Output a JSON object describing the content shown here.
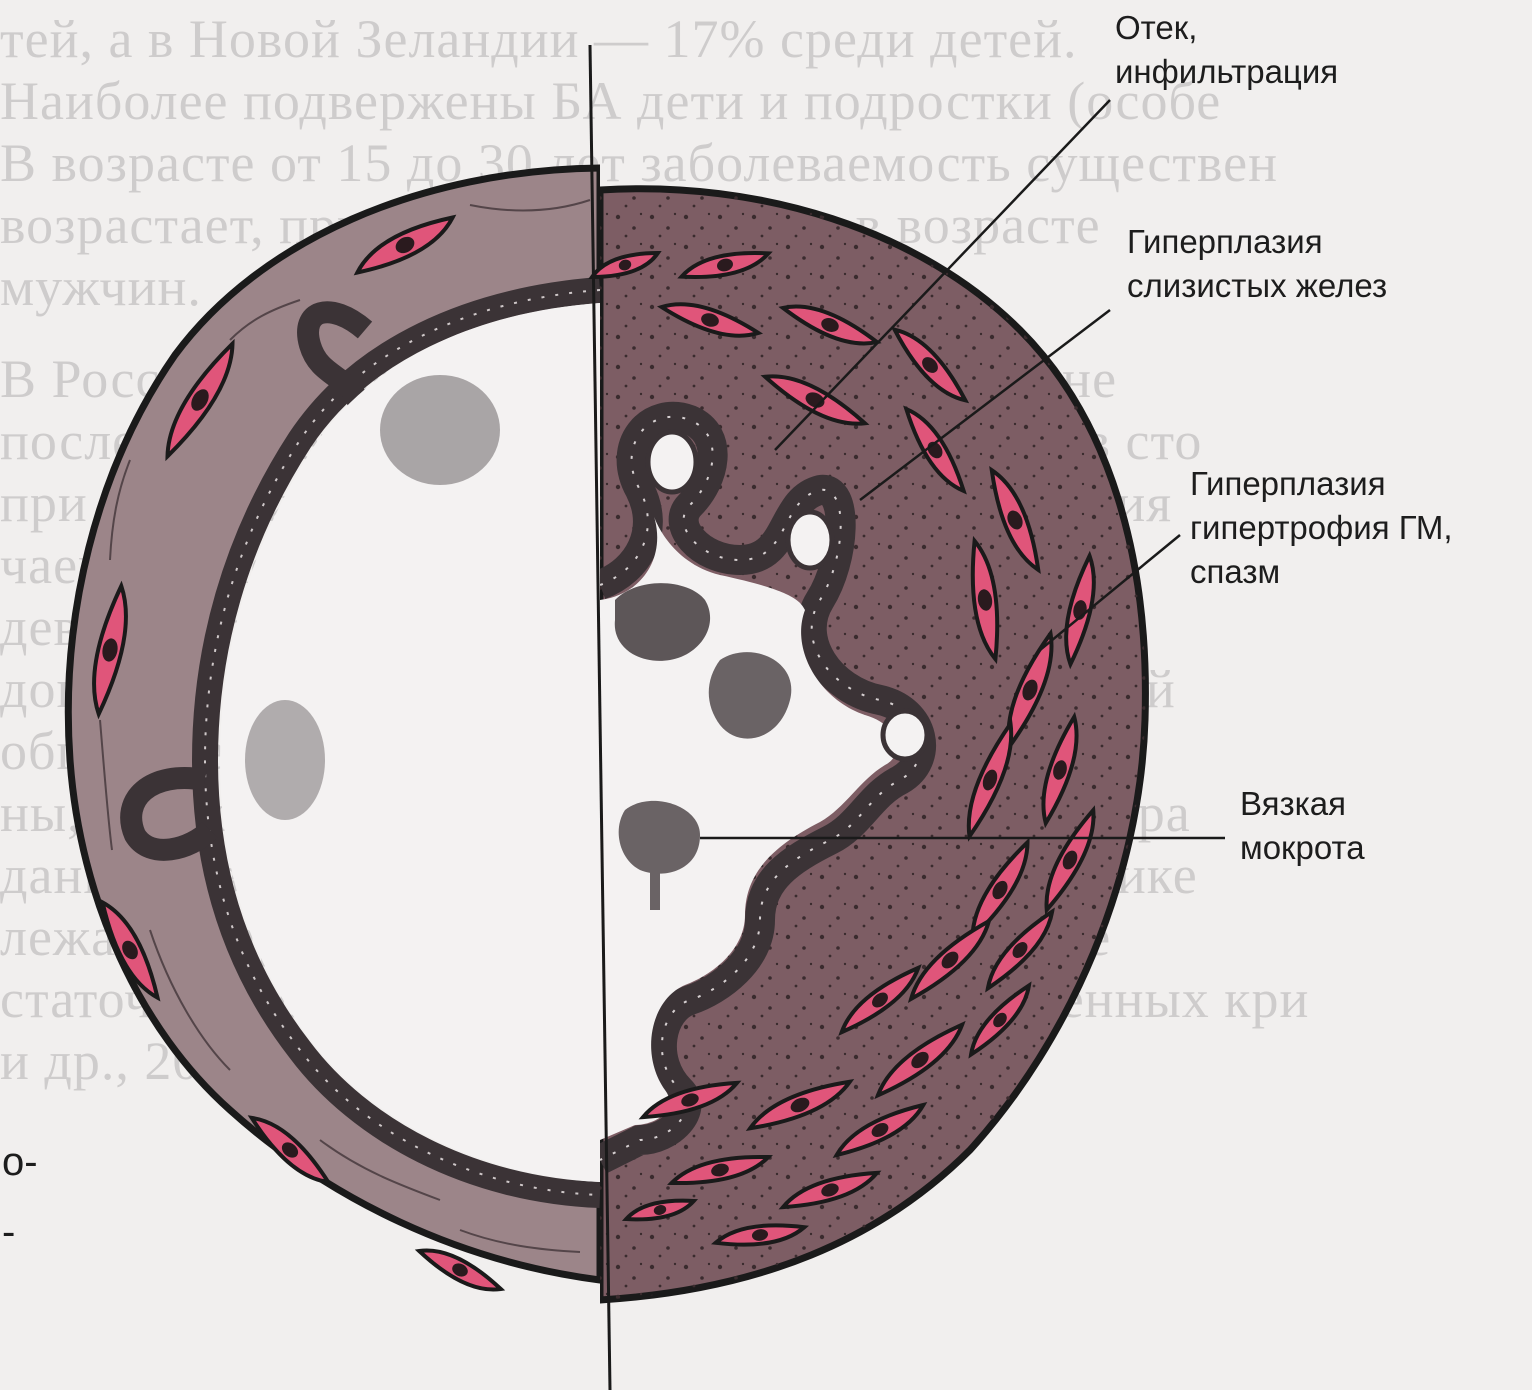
{
  "labels": {
    "edema": [
      "Отек,",
      "инфильтрация"
    ],
    "glands": [
      "Гиперплазия",
      "слизистых желез"
    ],
    "muscle": [
      "Гиперплазия",
      "гипертрофия ГМ,",
      "спазм"
    ],
    "sputum": [
      "Вязкая",
      "мокрота"
    ]
  },
  "fragments": {
    "left_1": "о-",
    "left_2": "-"
  },
  "colors": {
    "wall_left": "#9c8589",
    "wall_right": "#806067",
    "cell_fill": "#e0557a",
    "epithelium": "#3b3336",
    "outline": "#1a1a1a"
  }
}
